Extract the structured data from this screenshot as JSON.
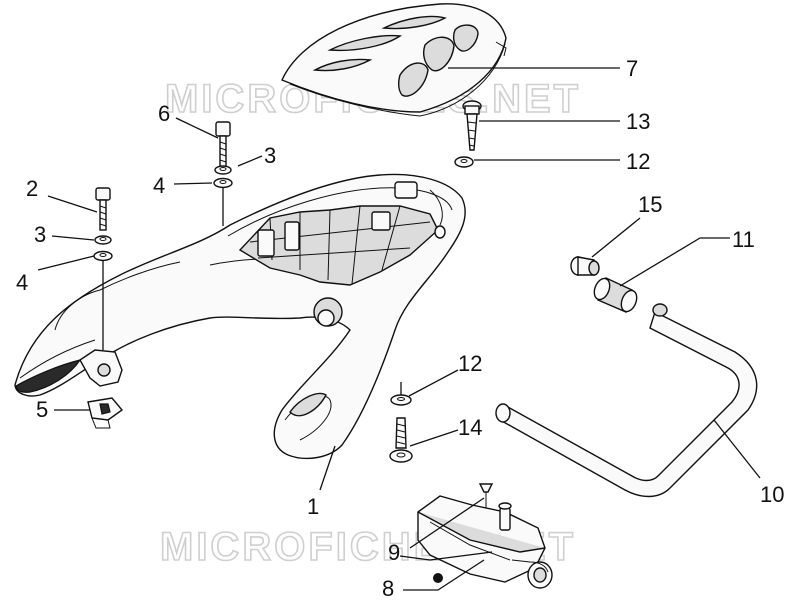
{
  "watermark": {
    "top": "MICROFICHES.NET",
    "bottom": "MICROFICHES.NET"
  },
  "callouts": {
    "c1": "1",
    "c2": "2",
    "c3a": "3",
    "c3b": "3",
    "c4a": "4",
    "c4b": "4",
    "c5": "5",
    "c6": "6",
    "c7": "7",
    "c8": "8",
    "c9": "9",
    "c10": "10",
    "c11": "11",
    "c12a": "12",
    "c12b": "12",
    "c13": "13",
    "c14": "14",
    "c15": "15"
  }
}
